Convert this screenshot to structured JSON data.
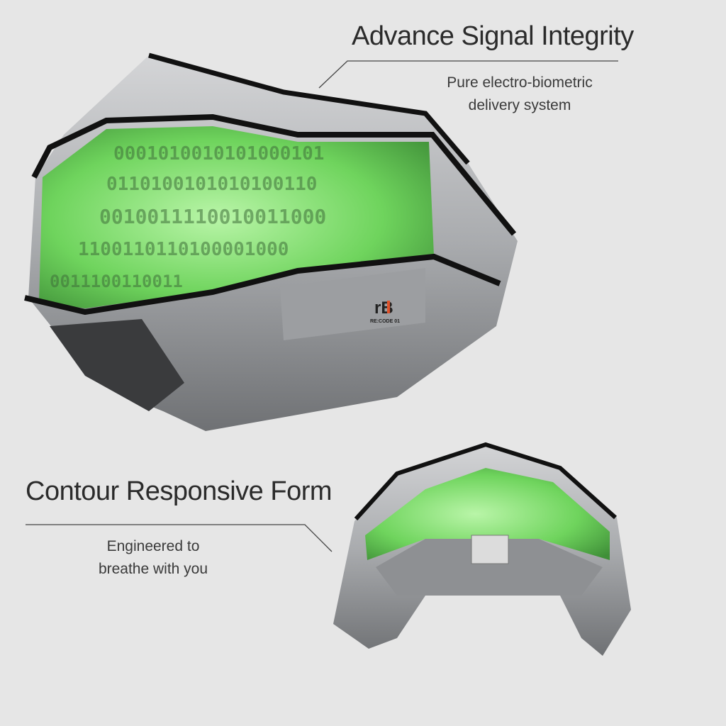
{
  "feature_1": {
    "title": "Advance Signal Integrity",
    "subtitle_lines": [
      "Pure electro-biometric",
      "delivery system"
    ]
  },
  "feature_2": {
    "title": "Contour Responsive Form",
    "subtitle_lines": [
      "Engineered to",
      "breathe with you"
    ]
  },
  "product": {
    "logo": "rB",
    "model": "RE:CODE 01",
    "binary_rows": [
      "0001010010101000101",
      "0110100101010100110",
      "0010011110010011000",
      "1100110110100001000",
      "0011100110011"
    ],
    "colors": {
      "shell": "#b9babc",
      "visor": "#7bd86a",
      "trim": "#111111",
      "accent": "#e0522a"
    }
  }
}
